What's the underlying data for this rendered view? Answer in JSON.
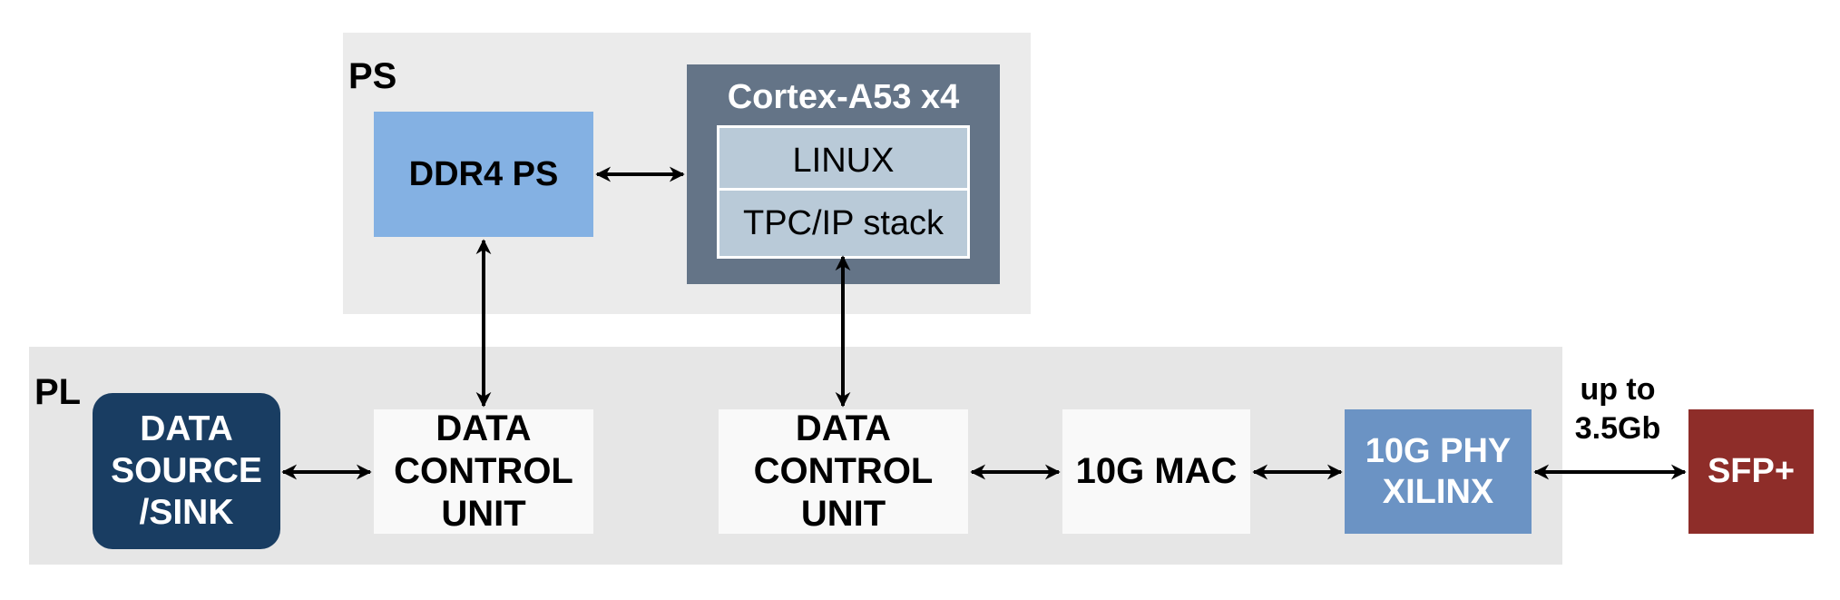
{
  "regions": {
    "ps_label": "PS",
    "pl_label": "PL"
  },
  "blocks": {
    "ddr4": "DDR4 PS",
    "cpu_title": "Cortex-A53 x4",
    "linux": "LINUX",
    "tcpip": "TPC/IP stack",
    "data_source": "DATA\nSOURCE\n/SINK",
    "dcu_left": "DATA\nCONTROL\nUNIT",
    "dcu_right": "DATA\nCONTROL\nUNIT",
    "mac": "10G MAC",
    "phy": "10G PHY\nXILINX",
    "sfp": "SFP+"
  },
  "link_label": "up to\n3.5Gb",
  "colors": {
    "ps_region": "#ebebeb",
    "pl_region": "#e6e6e6",
    "ddr4": "#84b1e3",
    "cpu": "#647487",
    "cpu_inner": "#b9cad8",
    "data_source": "#193d62",
    "phy": "#6b93c4",
    "sfp": "#8e2d29",
    "white_block": "#f9f9f9"
  }
}
